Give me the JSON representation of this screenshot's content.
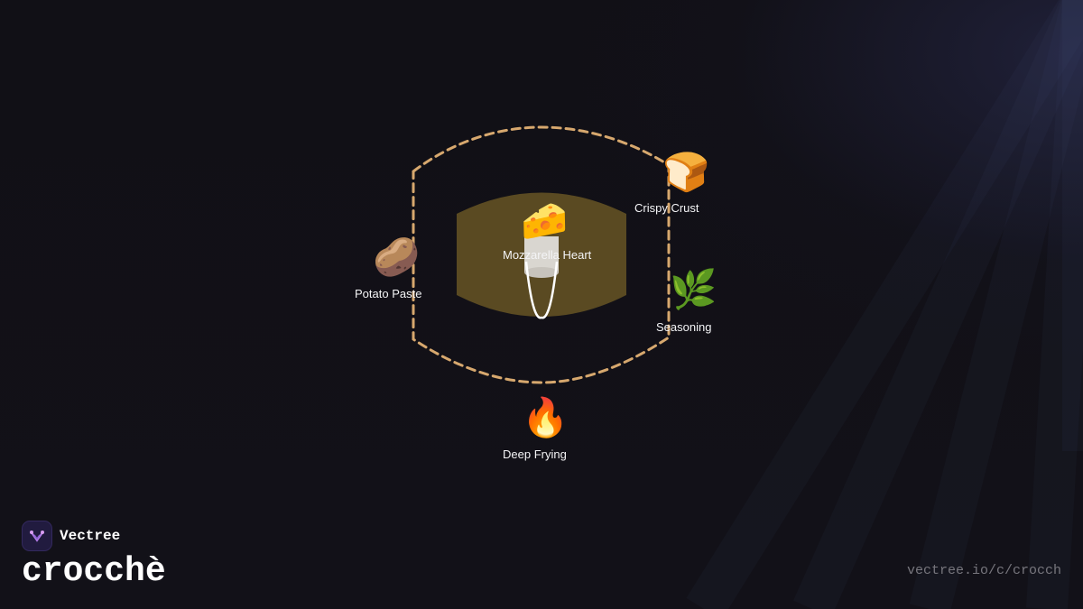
{
  "brand": {
    "name": "Vectree",
    "logo_icon": "vectree-logo-icon",
    "accent": "#b27ce6"
  },
  "title": "crocchè",
  "url": "vectree.io/c/crocch",
  "colors": {
    "background": "#111016",
    "ring": "#d7a86e",
    "core_fill": "#5a4a22",
    "label": "#f4f4f6"
  },
  "diagram": {
    "center": {
      "label": "Mozzarella Heart",
      "icon": "cheese-icon",
      "emoji": "🧀",
      "secondary_icon": "cup-icon"
    },
    "nodes": [
      {
        "id": "crispy-crust",
        "label": "Crispy Crust",
        "icon": "bread-icon",
        "emoji": "🍞"
      },
      {
        "id": "potato-paste",
        "label": "Potato Paste",
        "icon": "potato-icon",
        "emoji": "🥔"
      },
      {
        "id": "seasoning",
        "label": "Seasoning",
        "icon": "herb-icon",
        "emoji": "🌿"
      },
      {
        "id": "deep-frying",
        "label": "Deep Frying",
        "icon": "fire-icon",
        "emoji": "🔥"
      }
    ]
  }
}
